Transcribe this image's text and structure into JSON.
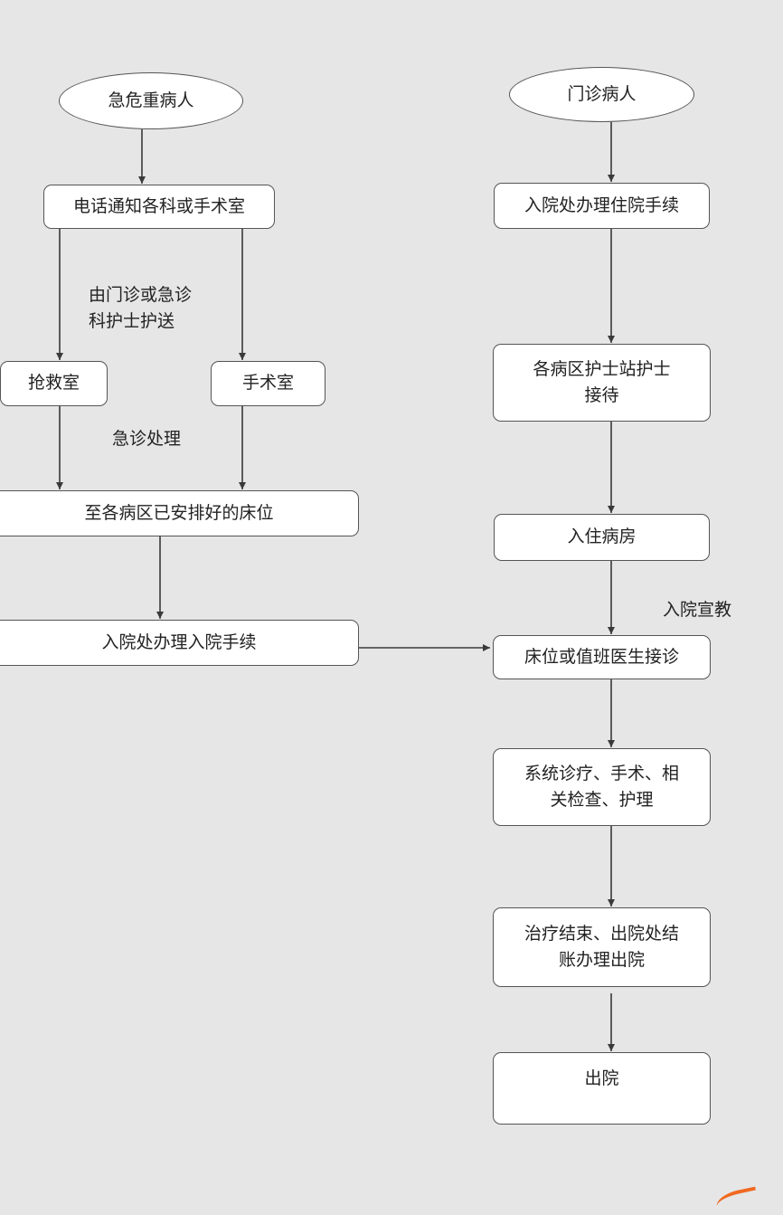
{
  "colors": {
    "background": "#e6e6e6",
    "node_fill": "#ffffff",
    "node_border": "#555555",
    "line": "#3a3a3a",
    "text": "#222222",
    "corner_mark": "#f06a22"
  },
  "left": {
    "start": "急危重病人",
    "notify": "电话通知各科或手术室",
    "escort_label": "由门诊或急诊\n科护士护送",
    "rescue": "抢救室",
    "surgery": "手术室",
    "emergency_label": "急诊处理",
    "ward_bed": "至各病区已安排好的床位",
    "admission": "入院处办理入院手续"
  },
  "right": {
    "start": "门诊病人",
    "admission": "入院处办理住院手续",
    "nurse_station": "各病区护士站护士\n接待",
    "ward": "入住病房",
    "education_label": "入院宣教",
    "doctor": "床位或值班医生接诊",
    "treatment": "系统诊疗、手术、相\n关检查、护理",
    "discharge_process": "治疗结束、出院处结\n账办理出院",
    "discharge": "出院"
  }
}
